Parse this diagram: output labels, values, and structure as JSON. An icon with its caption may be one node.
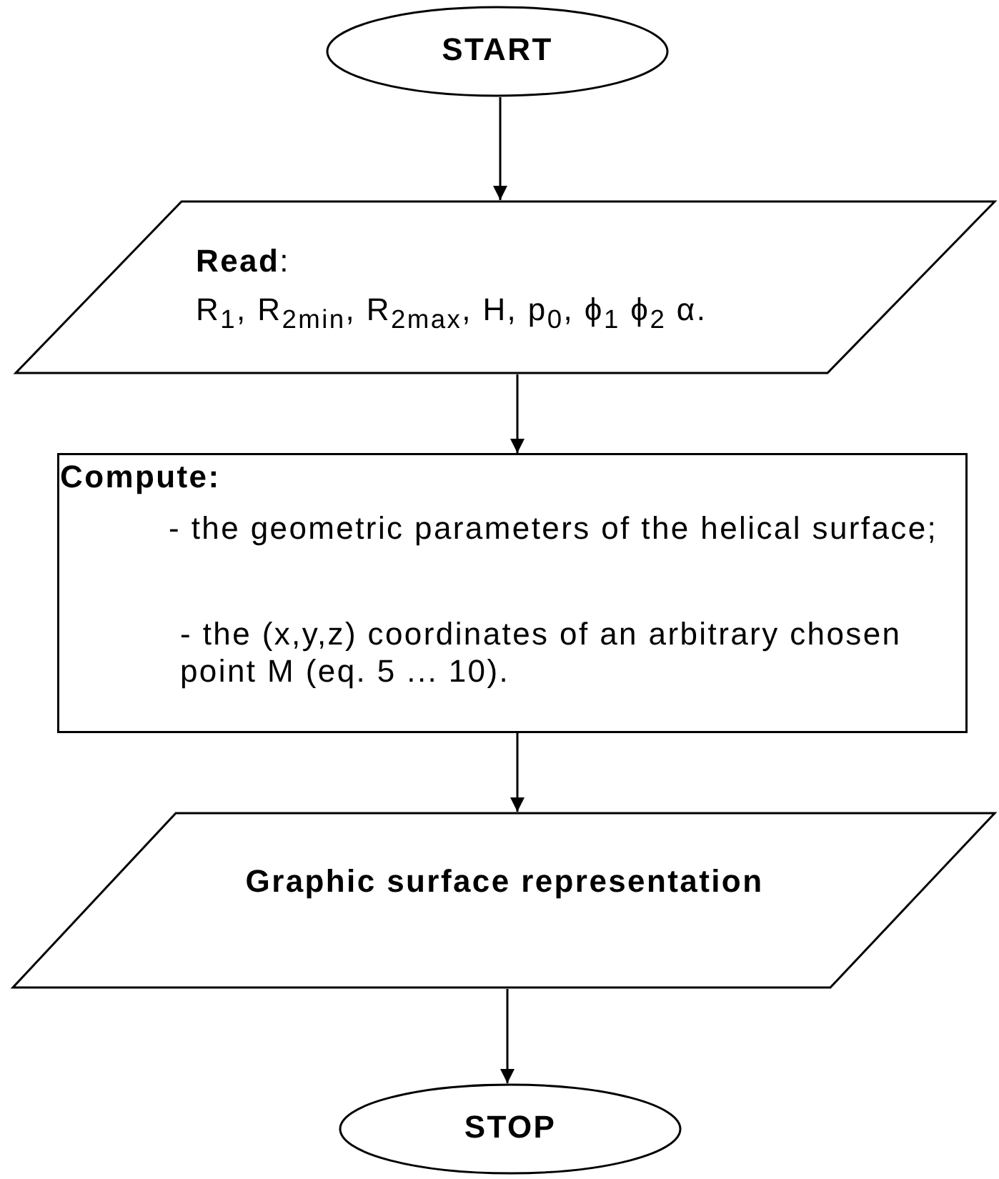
{
  "diagram": {
    "nodes": [
      {
        "text": [
          "START"
        ]
      },
      {
        "text": [
          "**Read**:",
          "R$_{1}$, R$_{2min}$, R$_{2max}$, H, p$_{0}$, ϕ$_{1}$ ϕ$_{2}$ α."
        ]
      },
      {
        "text": [
          "Compute:",
          "- the geometric parameters of the helical surface;",
          "- the (x,y,z) coordinates of an arbitrary chosen point M (eq. 5 ... 10)."
        ]
      },
      {
        "text": [
          "Graphic surface representation"
        ]
      },
      {
        "text": [
          "STOP"
        ]
      }
    ],
    "edges": [
      {
        "from": 0,
        "to": 1,
        "arrow": "to"
      },
      {
        "from": 1,
        "to": 2,
        "arrow": "to"
      },
      {
        "from": 2,
        "to": 3,
        "arrow": "to"
      },
      {
        "from": 3,
        "to": 4,
        "arrow": "to"
      }
    ]
  }
}
